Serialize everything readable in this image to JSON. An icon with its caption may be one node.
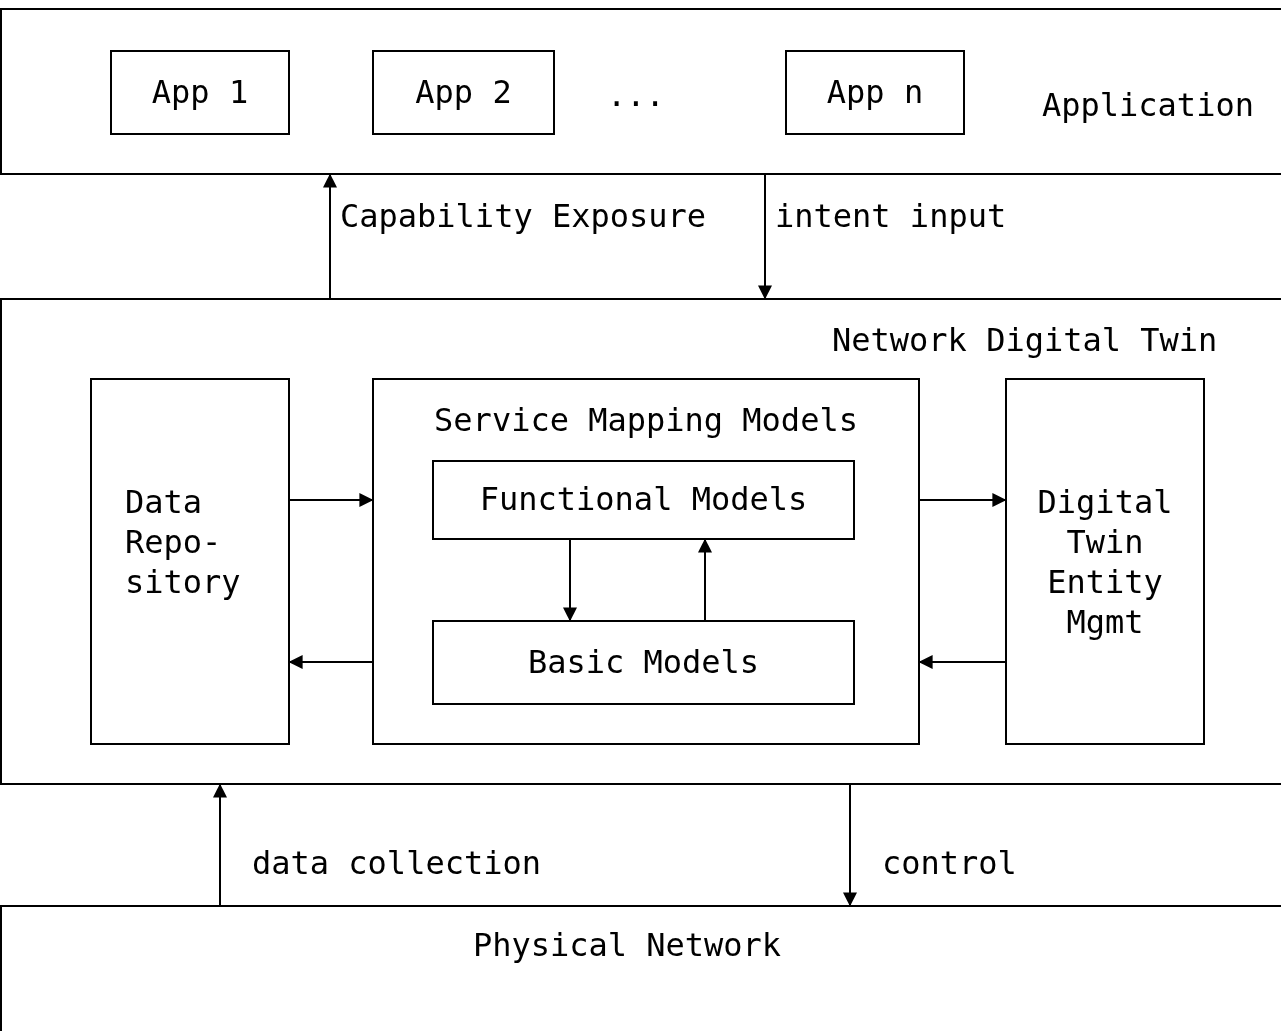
{
  "diagram": {
    "nodes": [
      {
        "text": [
          "Application"
        ]
      },
      {
        "text": [
          "App 1"
        ],
        "in": 0
      },
      {
        "text": [
          "App 2"
        ],
        "in": 0
      },
      {
        "text": [
          "App n"
        ],
        "in": 0
      },
      {
        "text": [
          "Network Digital Twin"
        ]
      },
      {
        "text": [
          "Data Repo- sitory"
        ],
        "in": 4
      },
      {
        "text": [
          "Service Mapping Models"
        ],
        "in": 4
      },
      {
        "text": [
          "Functional Models"
        ],
        "in": 6
      },
      {
        "text": [
          "Basic Models"
        ],
        "in": 6
      },
      {
        "text": [
          "Digital Twin Entity Mgmt"
        ],
        "in": 4
      },
      {
        "text": [
          "Physical Network"
        ]
      }
    ],
    "edges": [
      {
        "from": 4,
        "to": 0,
        "arrow": "to",
        "label": "Capability Exposure"
      },
      {
        "from": 0,
        "to": 4,
        "arrow": "to",
        "label": "intent input"
      },
      {
        "from": 5,
        "to": 6,
        "arrow": "to"
      },
      {
        "from": 6,
        "to": 5,
        "arrow": "to"
      },
      {
        "from": 6,
        "to": 9,
        "arrow": "to"
      },
      {
        "from": 9,
        "to": 6,
        "arrow": "to"
      },
      {
        "from": 7,
        "to": 8,
        "arrow": "to"
      },
      {
        "from": 8,
        "to": 7,
        "arrow": "to"
      },
      {
        "from": 10,
        "to": 4,
        "arrow": "to",
        "label": "data collection"
      },
      {
        "from": 4,
        "to": 10,
        "arrow": "to",
        "label": "control"
      }
    ],
    "labels": [
      "..."
    ]
  }
}
